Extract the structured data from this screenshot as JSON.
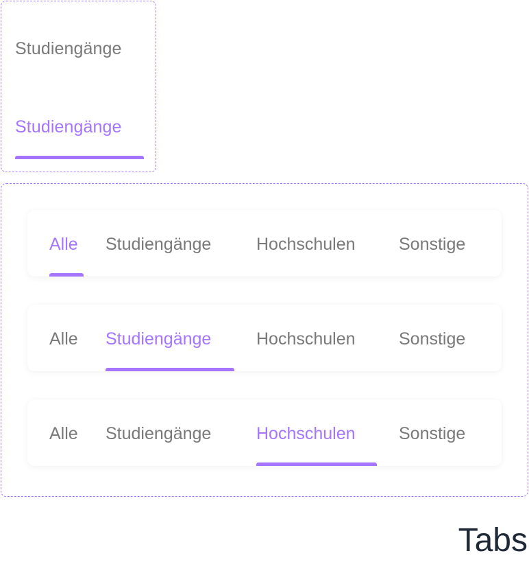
{
  "states": {
    "inactive_label": "Studiengänge",
    "active_label": "Studiengänge"
  },
  "tabbars": [
    {
      "tabs": [
        {
          "label": "Alle",
          "active": true
        },
        {
          "label": "Studiengänge",
          "active": false
        },
        {
          "label": "Hochschulen",
          "active": false
        },
        {
          "label": "Sonstige",
          "active": false
        }
      ]
    },
    {
      "tabs": [
        {
          "label": "Alle",
          "active": false
        },
        {
          "label": "Studiengänge",
          "active": true
        },
        {
          "label": "Hochschulen",
          "active": false
        },
        {
          "label": "Sonstige",
          "active": false
        }
      ]
    },
    {
      "tabs": [
        {
          "label": "Alle",
          "active": false
        },
        {
          "label": "Studiengänge",
          "active": false
        },
        {
          "label": "Hochschulen",
          "active": true
        },
        {
          "label": "Sonstige",
          "active": false
        }
      ]
    }
  ],
  "caption": "Tabs",
  "colors": {
    "accent": "#a675ff",
    "inactive_text": "#797979",
    "caption_text": "#1f2937",
    "border": "#a675ff"
  }
}
